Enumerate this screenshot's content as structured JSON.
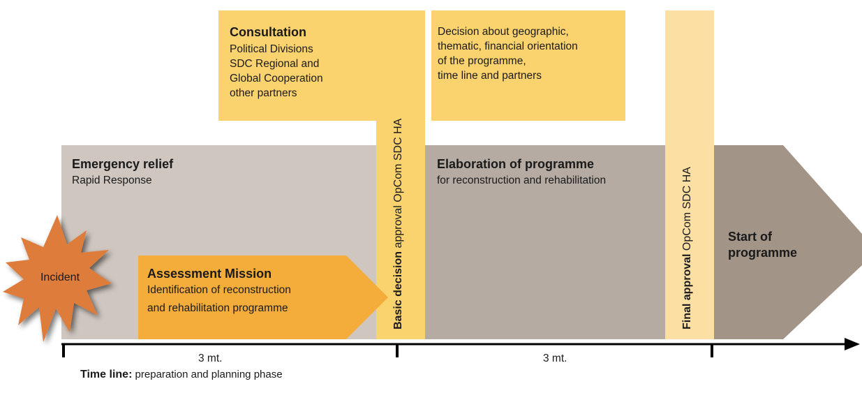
{
  "incident": {
    "label": "Incident"
  },
  "emergency": {
    "title": "Emergency relief",
    "subtitle": "Rapid Response"
  },
  "assessment": {
    "title": "Assessment Mission",
    "line1": "Identification of reconstruction",
    "line2": "and rehabilitation programme"
  },
  "consultation": {
    "title": "Consultation",
    "lines": [
      "Political Divisions",
      "SDC Regional and",
      "Global Cooperation",
      "other partners"
    ]
  },
  "basic_decision": {
    "bold": "Basic decision",
    "rest": " approval OpCom SDC HA"
  },
  "decision_box": {
    "lines": [
      "Decision about geographic,",
      "thematic, financial orientation",
      "of the programme,",
      "time line and partners"
    ]
  },
  "elaboration": {
    "title": "Elaboration of programme",
    "subtitle": "for reconstruction and rehabilitation"
  },
  "final_approval": {
    "bold": "Final approval",
    "rest": " OpCom SDC HA"
  },
  "start": {
    "line1": "Start of",
    "line2": "programme"
  },
  "timeline": {
    "duration1": "3 mt.",
    "duration2": "3 mt.",
    "label_bold": "Time line:",
    "label_rest": " preparation and planning phase"
  },
  "colors": {
    "relief": "#cfc6c0",
    "elaboration": "#b6aba2",
    "start": "#a29486",
    "assessment": "#f4ad3a",
    "consultation": "#fbd36e",
    "final_bar": "#fbdfa3",
    "incident": "#dd7b3a"
  }
}
